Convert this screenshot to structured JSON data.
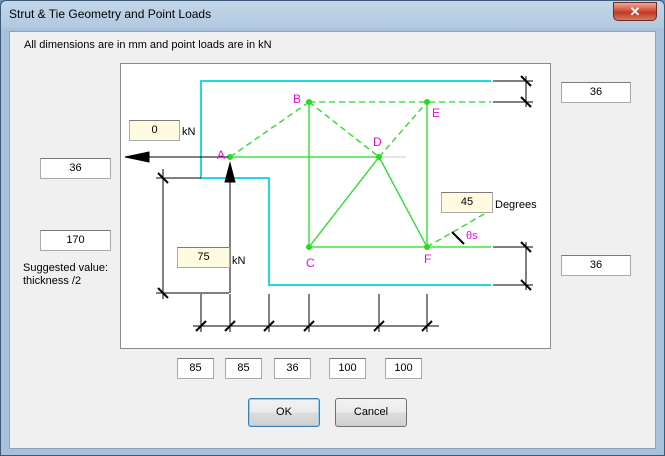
{
  "window": {
    "title": "Strut & Tie Geometry and Point Loads",
    "close_label": "✕"
  },
  "note": "All dimensions are in mm and point loads are in kN",
  "fields": {
    "top_right": "36",
    "bottom_right": "36",
    "left_upper": "36",
    "left_thickness": "170",
    "load_horizontal": "0",
    "load_vertical": "75",
    "angle": "45",
    "bottom_1": "85",
    "bottom_2": "85",
    "bottom_3": "36",
    "bottom_4": "100",
    "bottom_5": "100"
  },
  "units": {
    "kn_horizontal": "kN",
    "kn_vertical": "kN",
    "degrees": "Degrees",
    "theta": "θs"
  },
  "hint": {
    "line1": "Suggested value:",
    "line2": "thickness /2"
  },
  "nodes": {
    "a": "A",
    "b": "B",
    "c": "C",
    "d": "D",
    "e": "E",
    "f": "F"
  },
  "buttons": {
    "ok": "OK",
    "cancel": "Cancel"
  },
  "colors": {
    "strut": "#22dd22",
    "outline": "#22d8e8",
    "node": "#e010d8"
  }
}
